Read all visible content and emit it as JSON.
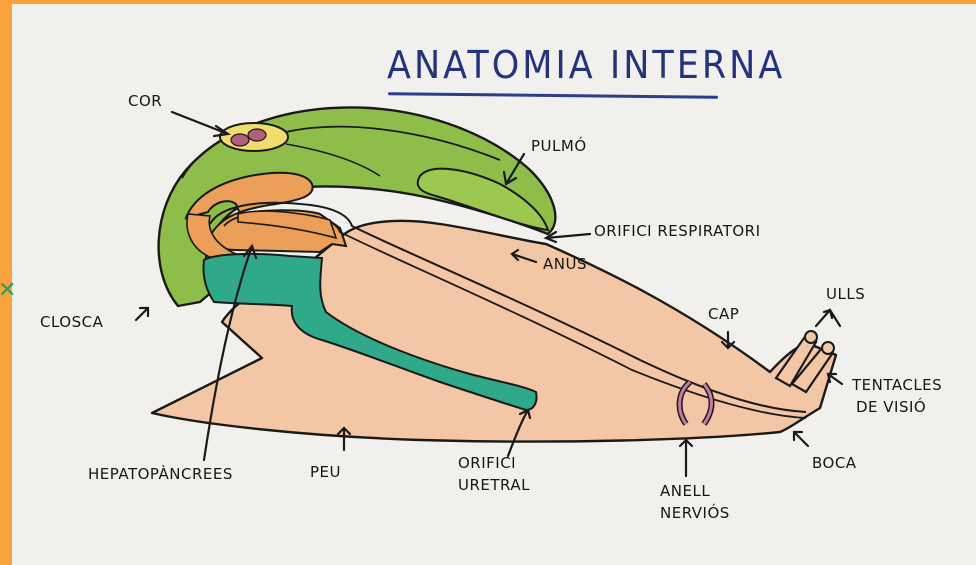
{
  "title": "ANATOMIA INTERNA",
  "labels": {
    "cor": "COR",
    "pulmo": "PULMÓ",
    "orifici_respiratori": "ORIFICI RESPIRATORI",
    "anus": "ANUS",
    "closca": "CLOSCA",
    "ulls": "ULLS",
    "cap": "CAP",
    "tentacles_line1": "TENTACLES",
    "tentacles_line2": "DE VISIÓ",
    "boca": "BOCA",
    "hepatopancrees": "HEPATOPÀNCREES",
    "peu": "PEU",
    "orifici_uretral_line1": "ORIFICI",
    "orifici_uretral_line2": "URETRAL",
    "anell_line1": "ANELL",
    "anell_line2": "NERVIÓS"
  },
  "colors": {
    "frame_border": "#f7a23a",
    "paper": "#f1f0ec",
    "title_ink": "#22347e",
    "shell_green": "#8fbd4a",
    "lung_green": "#9cc851",
    "hepato_orange": "#ec9f58",
    "body_peach": "#f3c6a5",
    "kidney_teal": "#2fa98a",
    "heart_yellow": "#f0dd6e",
    "heart_purple": "#b45d7c",
    "nerve_purple": "#c77aa6",
    "ink": "#1a1a1a"
  }
}
